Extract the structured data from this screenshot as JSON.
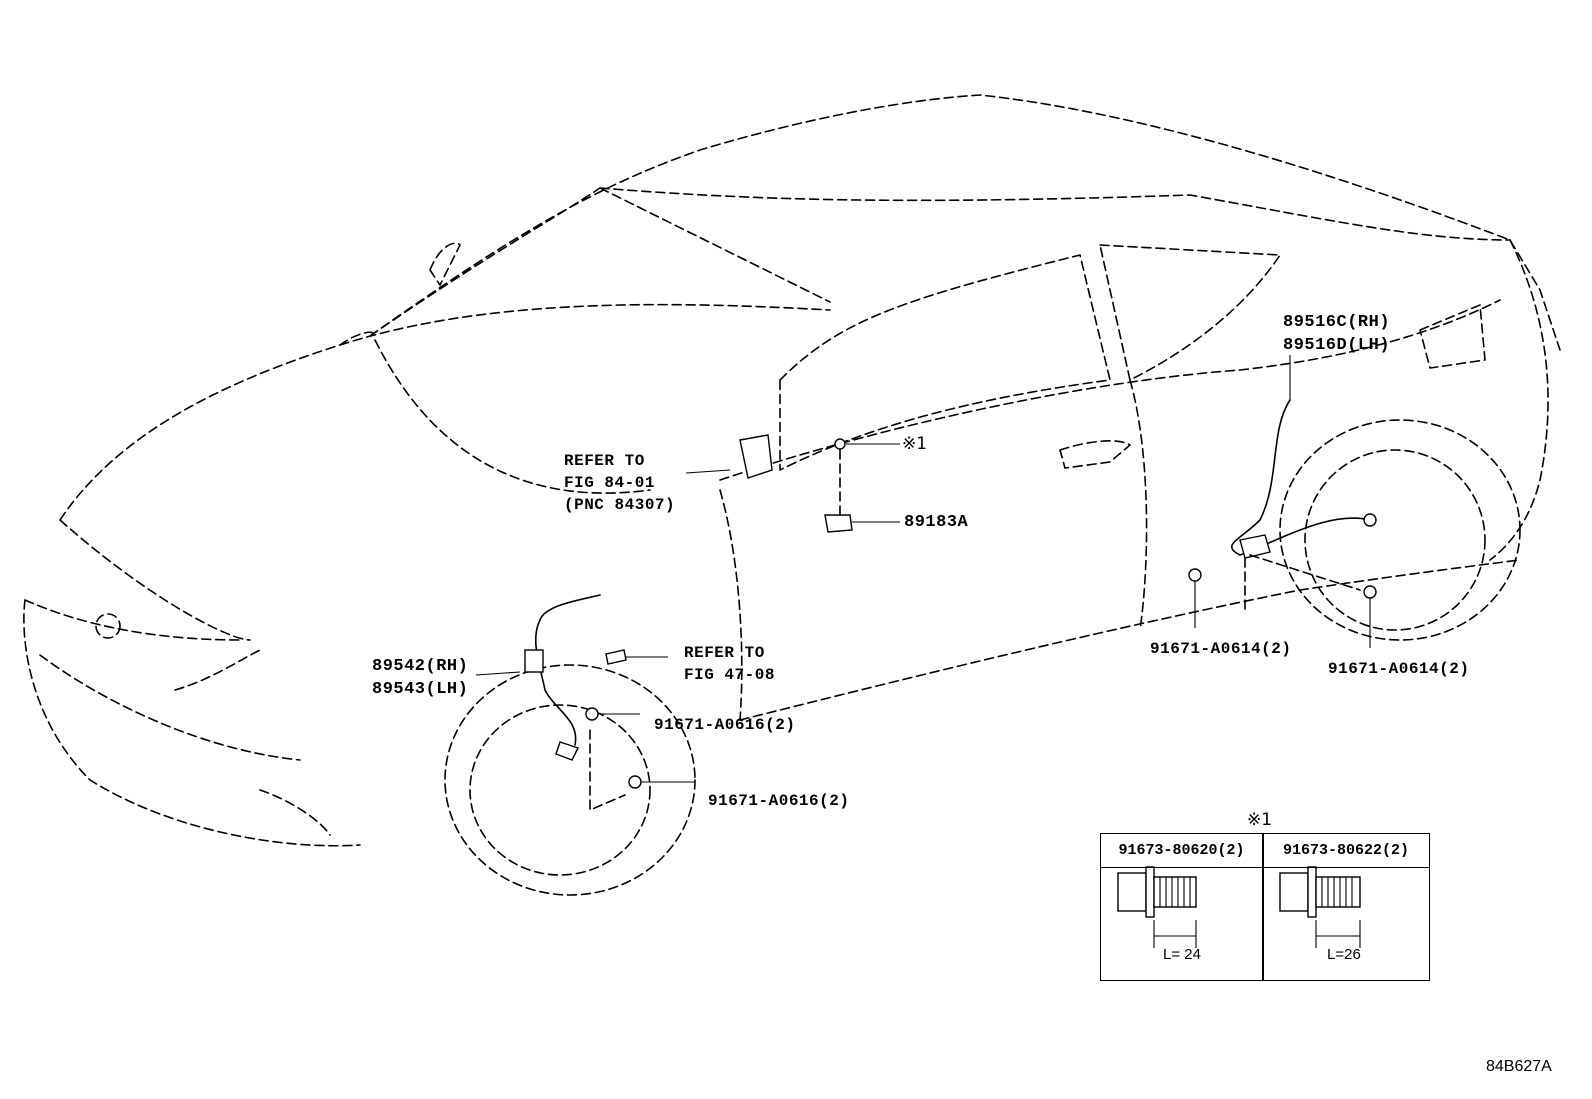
{
  "labels": {
    "refer_84": [
      "REFER TO",
      "FIG 84-01",
      "(PNC 84307)"
    ],
    "refer_47": [
      "REFER TO",
      "FIG 47-08"
    ],
    "note_mark": "※1",
    "part_89183a": "89183A",
    "part_89516c": "89516C(RH)",
    "part_89516d": "89516D(LH)",
    "part_89542": "89542(RH)",
    "part_89543": "89543(LH)",
    "part_91671_a0614_a": "91671-A0614(2)",
    "part_91671_a0614_b": "91671-A0614(2)",
    "part_91671_a0616_a": "91671-A0616(2)",
    "part_91671_a0616_b": "91671-A0616(2)"
  },
  "bolt_table": {
    "mark": "※1",
    "columns": [
      {
        "part": "91673-80620(2)",
        "length": "L= 24"
      },
      {
        "part": "91673-80622(2)",
        "length": "L=26"
      }
    ]
  },
  "diagram_code": "84B627A"
}
